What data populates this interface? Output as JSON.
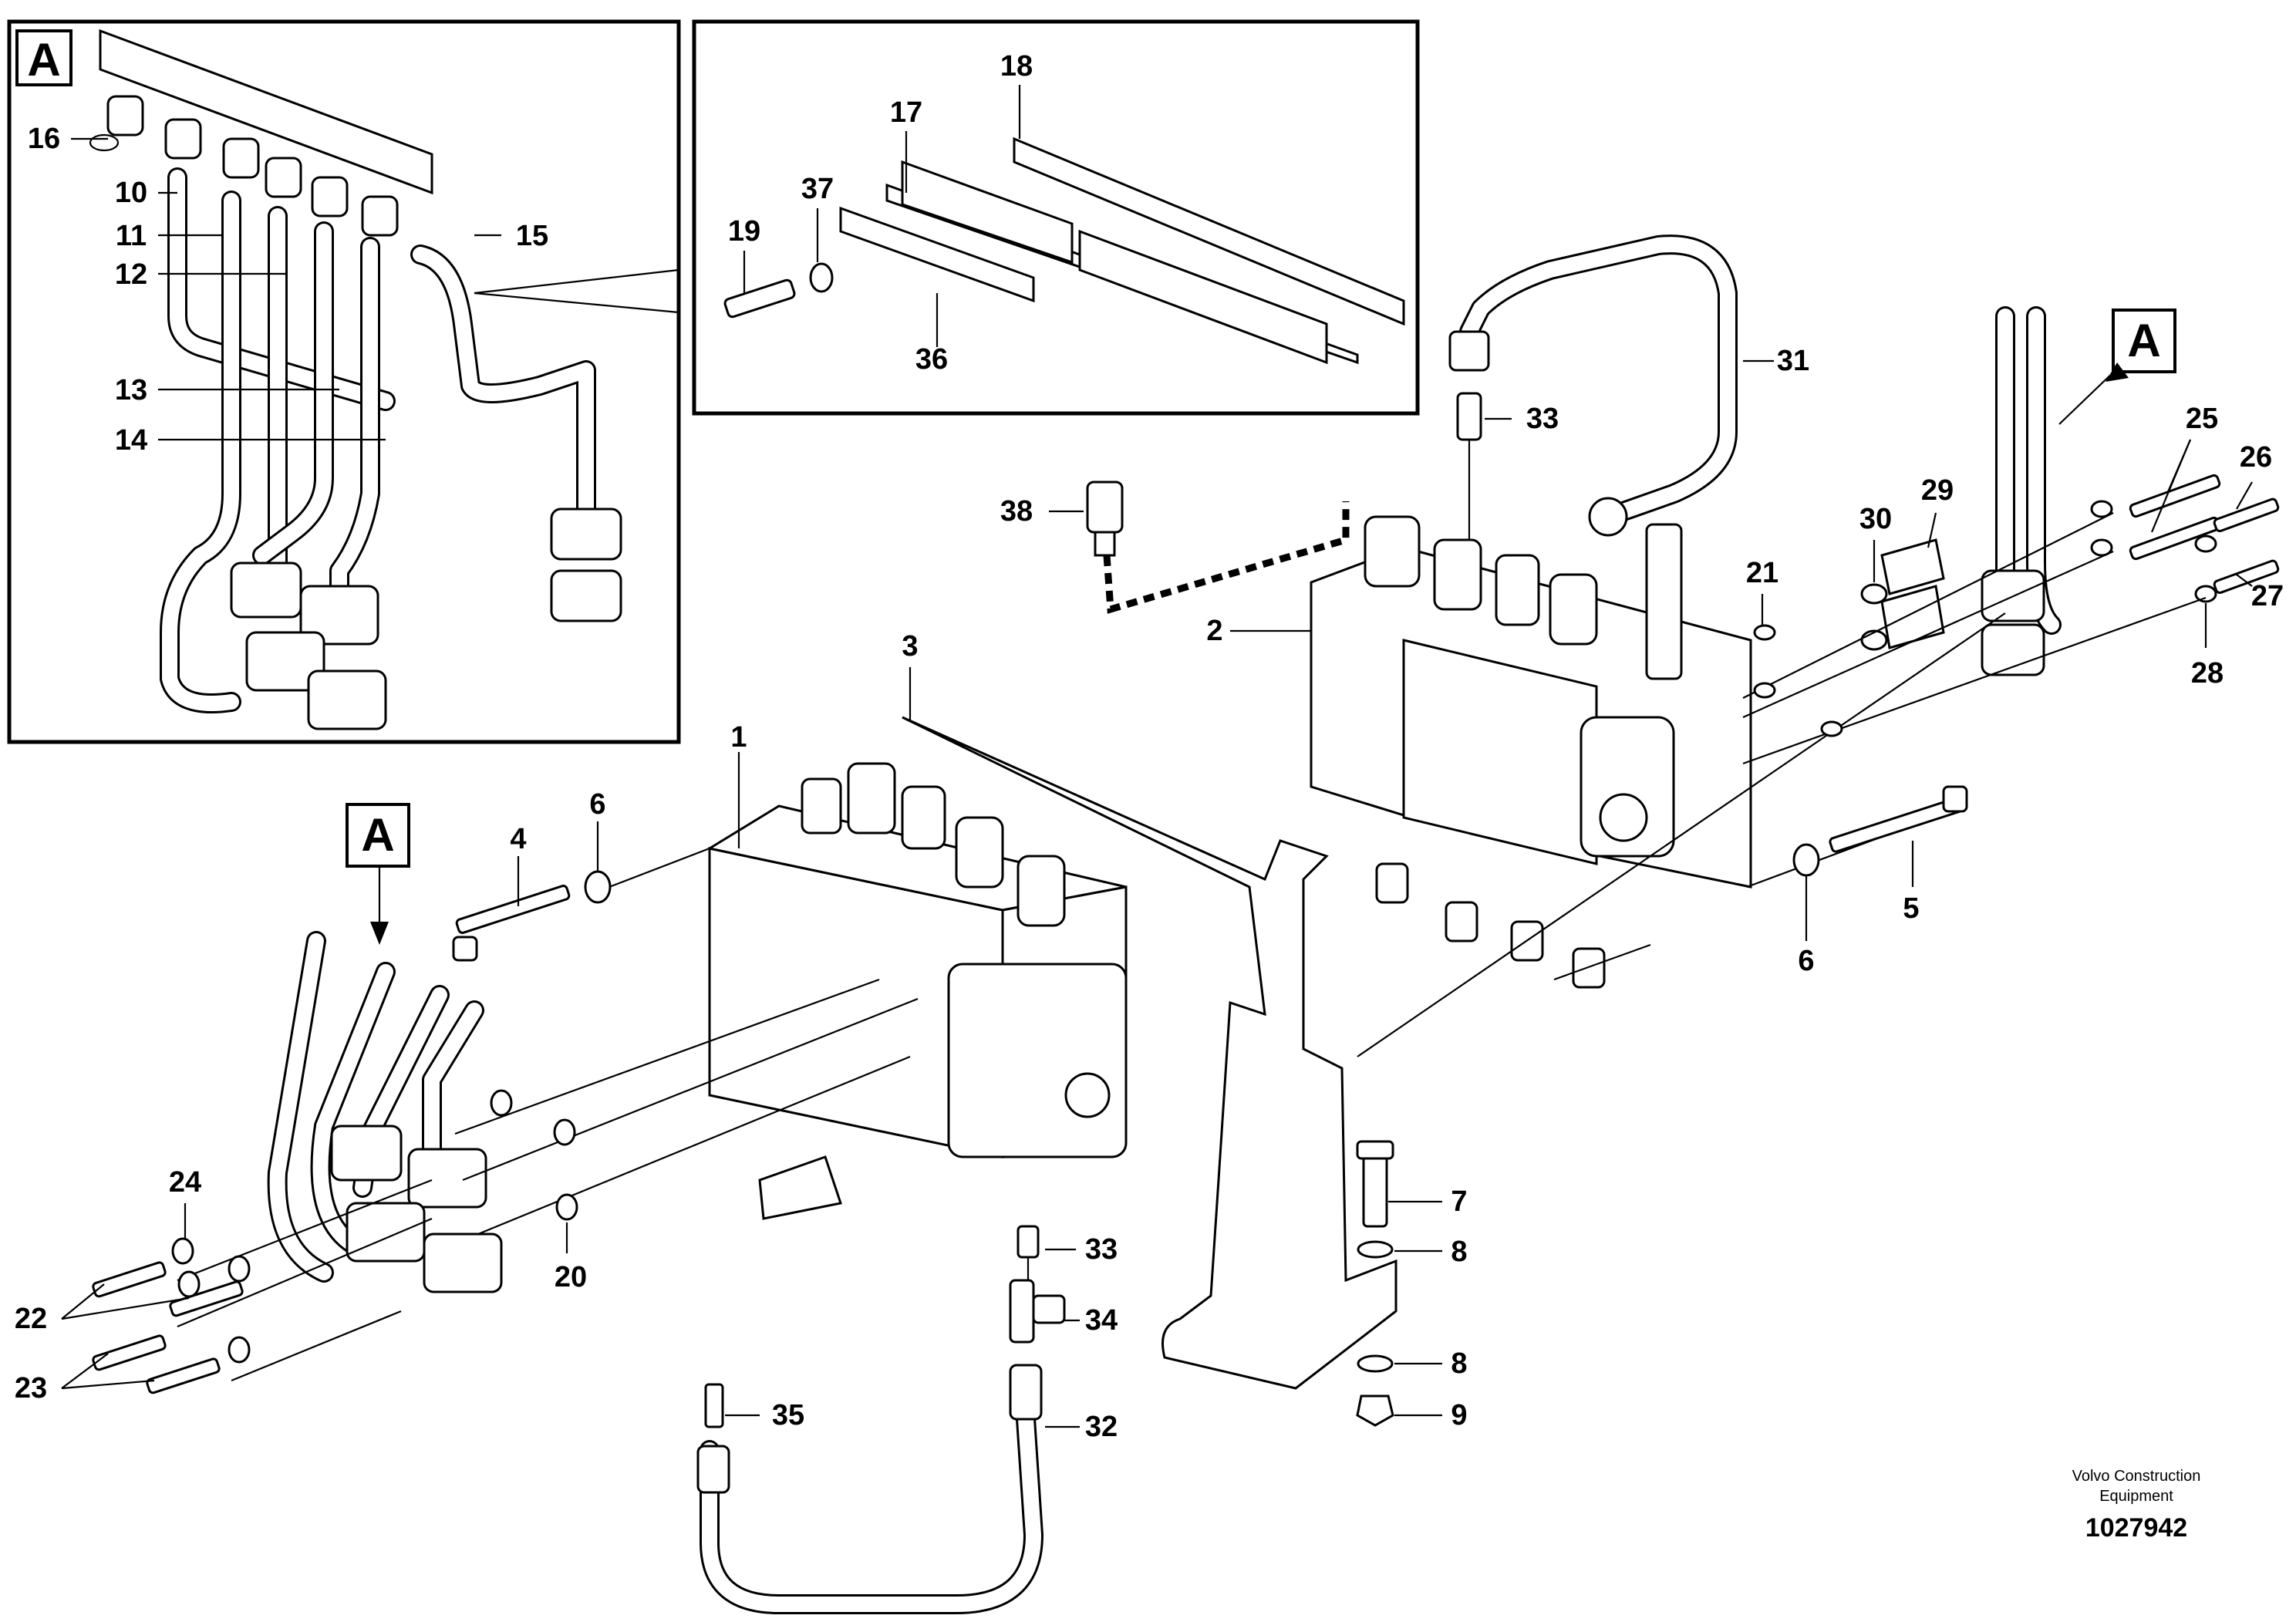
{
  "callout": {
    "letter": "A"
  },
  "labels": {
    "l1": "1",
    "l2": "2",
    "l3": "3",
    "l4": "4",
    "l5": "5",
    "l6a": "6",
    "l6b": "6",
    "l7": "7",
    "l8a": "8",
    "l8b": "8",
    "l9": "9",
    "l10": "10",
    "l11": "11",
    "l12": "12",
    "l13": "13",
    "l14": "14",
    "l15": "15",
    "l16": "16",
    "l17": "17",
    "l18": "18",
    "l19": "19",
    "l20": "20",
    "l21": "21",
    "l22": "22",
    "l23": "23",
    "l24": "24",
    "l25": "25",
    "l26": "26",
    "l27": "27",
    "l28": "28",
    "l29": "29",
    "l30": "30",
    "l31": "31",
    "l32": "32",
    "l33a": "33",
    "l33b": "33",
    "l34": "34",
    "l35": "35",
    "l36": "36",
    "l37": "37",
    "l38": "38"
  },
  "footer": {
    "company_line1": "Volvo Construction",
    "company_line2": "Equipment",
    "drawing_number": "1027942"
  }
}
